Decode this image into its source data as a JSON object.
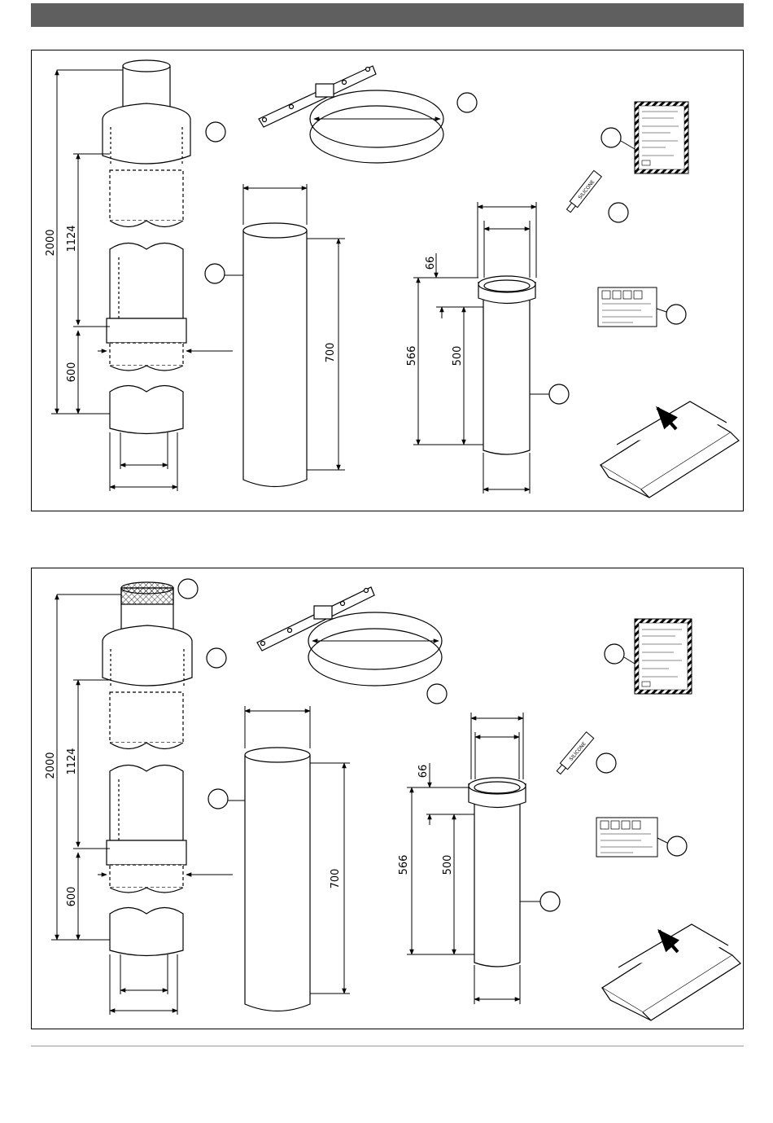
{
  "header": {
    "color": "#5f5f5f"
  },
  "panels": [
    {
      "id": "top",
      "has_grid_cover": false,
      "dimensions": {
        "total_height": "2000",
        "upper_pipe": "1124",
        "lower_pipe": "600",
        "extension": "700",
        "socket_depth": "66",
        "pipe_overall": "566",
        "pipe_length": "500"
      },
      "tube_label": "SILICONE"
    },
    {
      "id": "bottom",
      "has_grid_cover": true,
      "dimensions": {
        "total_height": "2000",
        "upper_pipe": "1124",
        "lower_pipe": "600",
        "extension": "700",
        "socket_depth": "66",
        "pipe_overall": "566",
        "pipe_length": "500"
      },
      "tube_label": "SILICONE"
    }
  ]
}
